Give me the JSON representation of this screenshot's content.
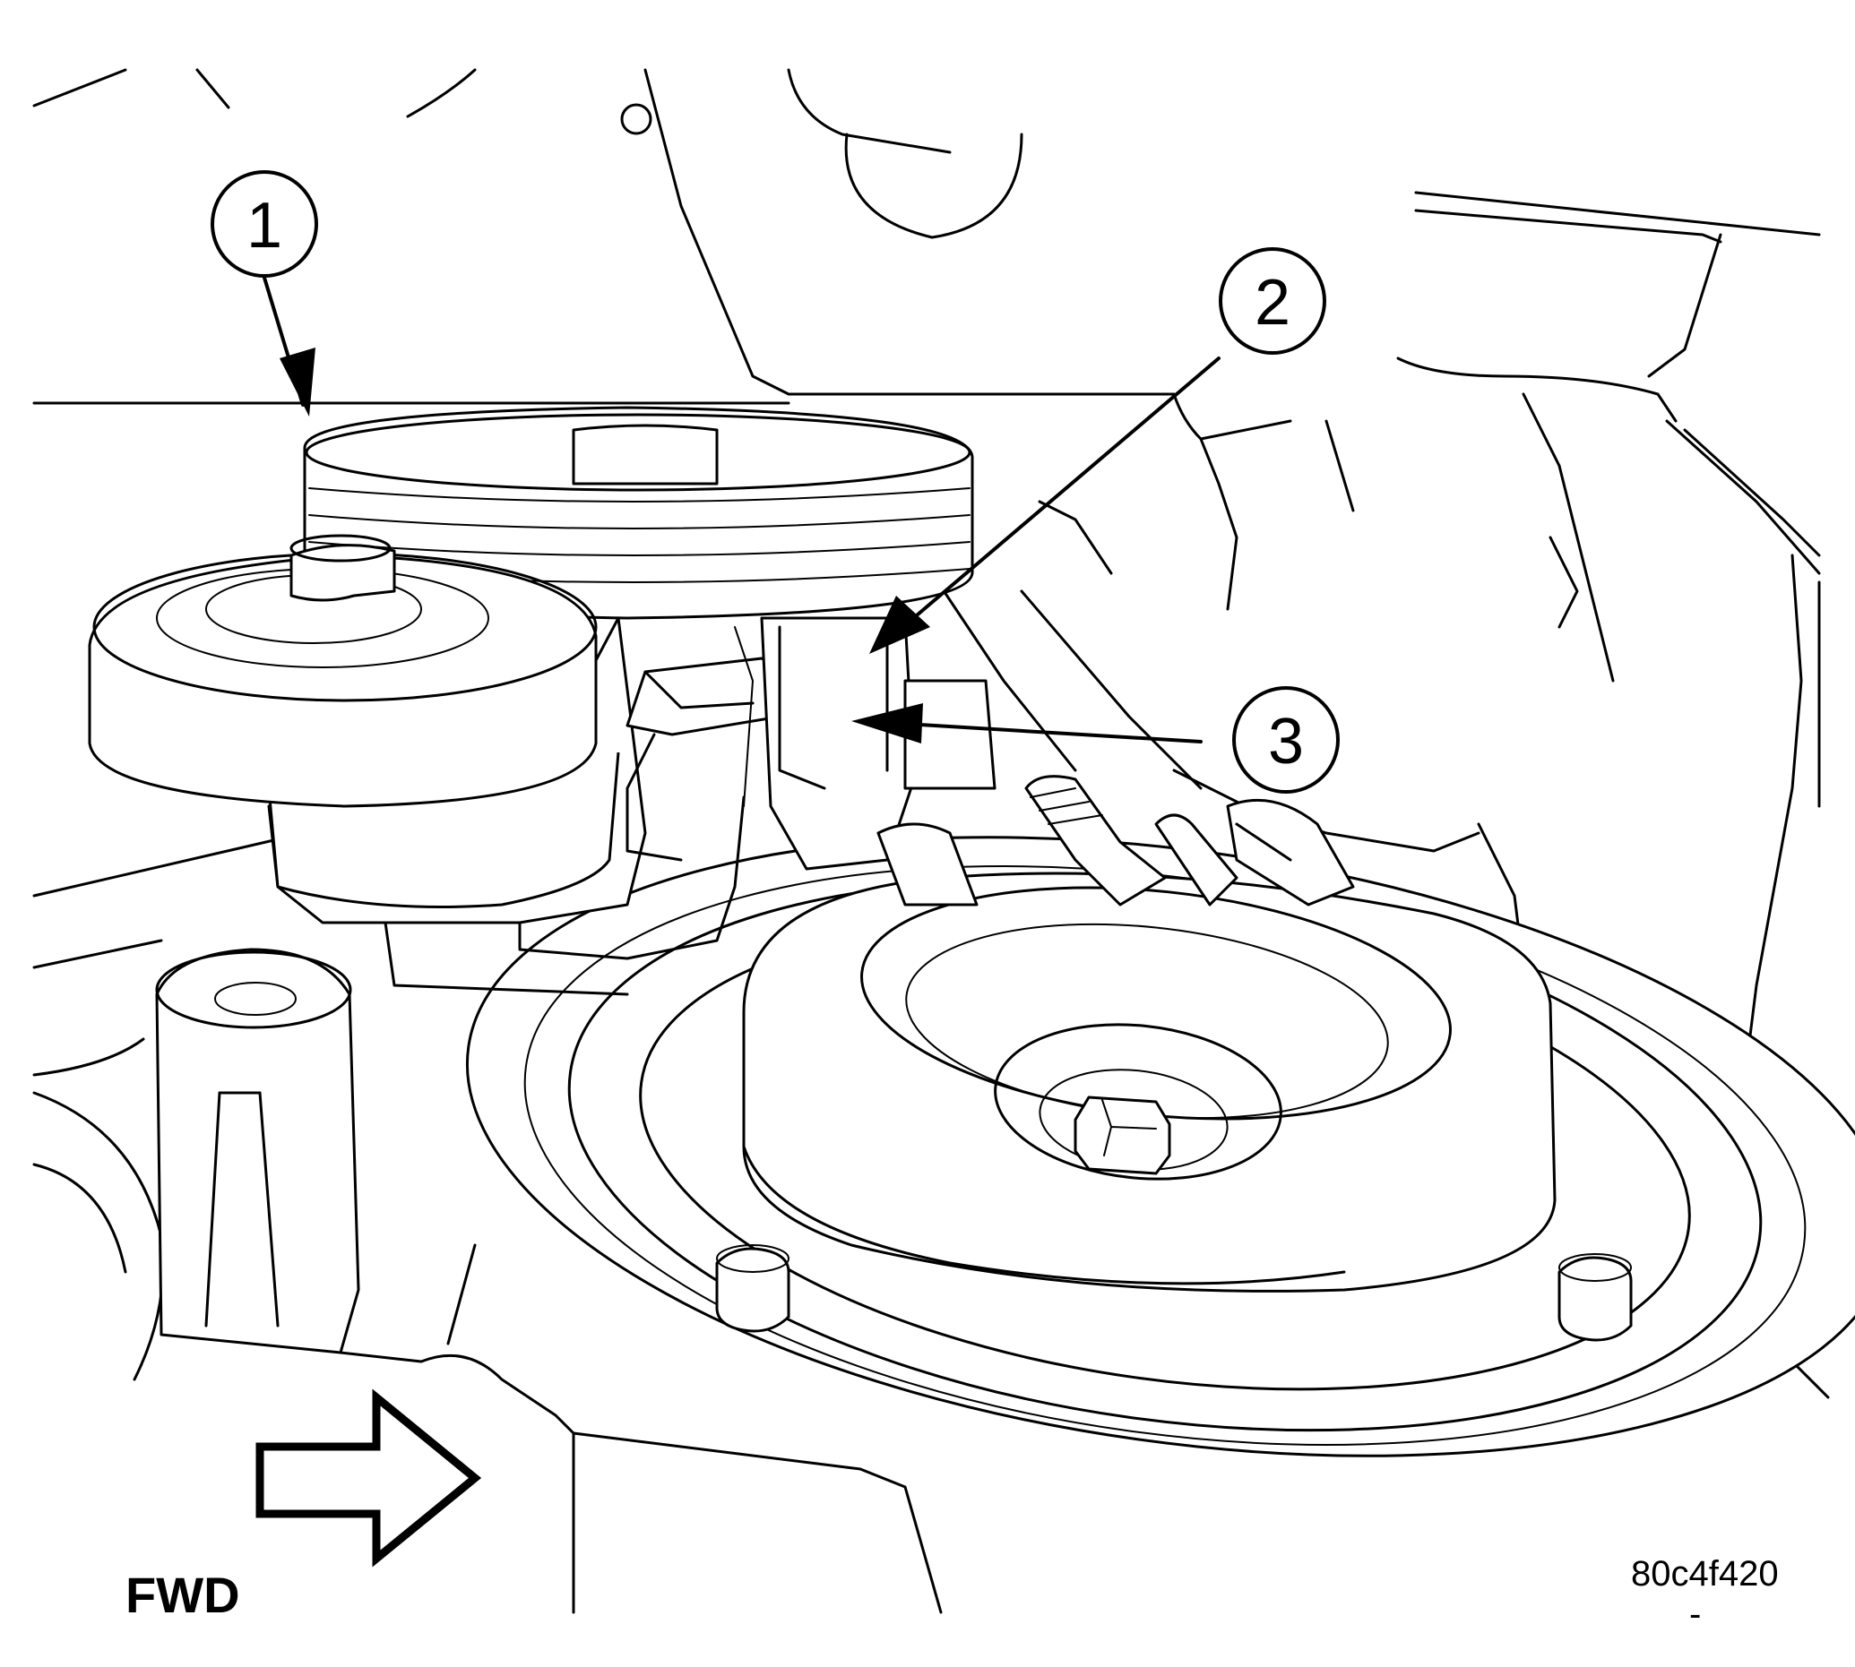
{
  "callouts": [
    {
      "number": "1"
    },
    {
      "number": "2"
    },
    {
      "number": "3"
    }
  ],
  "direction_label": "FWD",
  "figure_code": "80c4f420",
  "figure_code_mark": "-"
}
